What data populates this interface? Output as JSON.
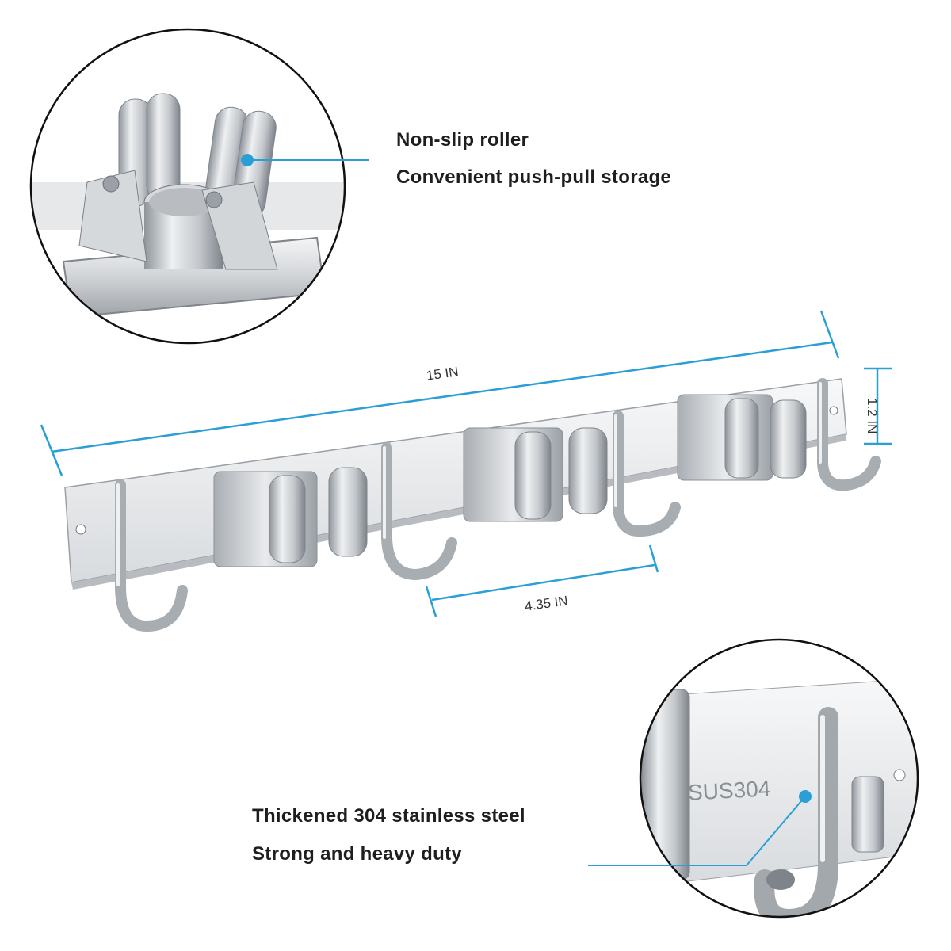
{
  "features_top": {
    "line1": "Non-slip roller",
    "line2": "Convenient push-pull storage"
  },
  "features_bottom": {
    "line1": "Thickened 304 stainless steel",
    "line2": "Strong and heavy duty"
  },
  "dimensions": {
    "length": "15 IN",
    "height": "1.2 IN",
    "hook_spacing": "4.35 IN"
  },
  "engraving": "SUS304",
  "colors": {
    "accent": "#2a9fd6",
    "steel": "#c9ccd0",
    "circle_outline": "#111111"
  }
}
